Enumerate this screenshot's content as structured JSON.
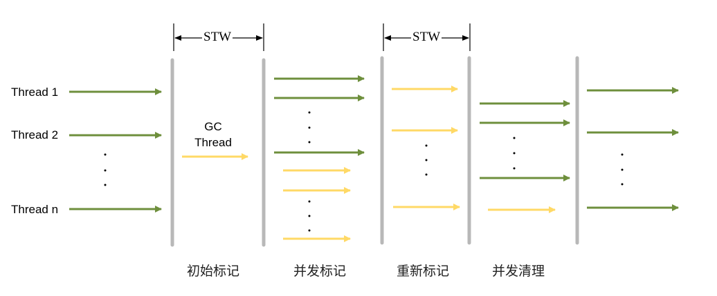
{
  "threads": {
    "labels": [
      "Thread 1",
      "Thread 2",
      "Thread n"
    ],
    "ellipsis": "· · ·"
  },
  "gc_thread": {
    "line1": "GC",
    "line2": "Thread"
  },
  "stw": {
    "first": "STW",
    "second": "STW"
  },
  "phases": {
    "initial_mark": "初始标记",
    "concurrent_mark": "并发标记",
    "remark": "重新标记",
    "concurrent_sweep": "并发清理"
  },
  "colors": {
    "app_thread": "#6e8f3c",
    "gc_thread": "#ffd966",
    "barrier": "#b8b8b8",
    "text": "#000000"
  }
}
